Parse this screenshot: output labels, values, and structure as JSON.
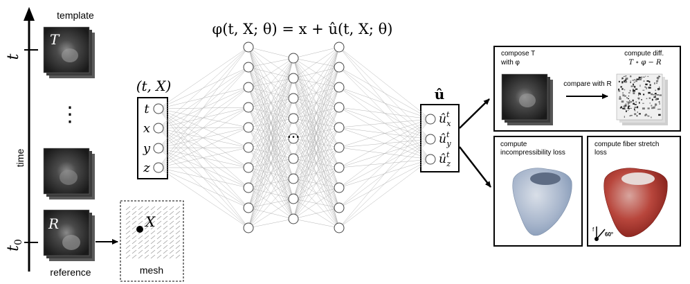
{
  "timeline": {
    "axis_label": "time",
    "t_label": "t",
    "t0_label": "t",
    "t0_sub": "0",
    "template_label": "template",
    "template_symbol": "T",
    "reference_label": "reference",
    "reference_symbol": "R",
    "ellipsis": "⋮"
  },
  "mesh": {
    "label": "mesh",
    "point_label": "X"
  },
  "network": {
    "formula": "φ(t, X; θ) = x + û(t, X; θ)",
    "input_title": "(t, X)",
    "inputs": [
      "t",
      "x",
      "y",
      "z"
    ],
    "output_title": "û",
    "outputs": [
      "x",
      "y",
      "z"
    ],
    "output_base": "û",
    "output_sup": "t",
    "hidden_ellipsis": "•  •  •"
  },
  "panels": {
    "compose_label": "compose T\nwith φ",
    "compare_label": "compare with R",
    "diff_label": "compute diff.\nT ∘ φ − R",
    "incomp_label": "compute\nincompressibility loss",
    "fiber_label": "compute fiber stretch\nloss",
    "angle_label": "60°",
    "fiber_axis_label": "f"
  },
  "colors": {
    "line": "#000000",
    "mri_dark": "#1c1c1c",
    "heart_blue": "#9eb0c8",
    "heart_red": "#b3302a"
  }
}
